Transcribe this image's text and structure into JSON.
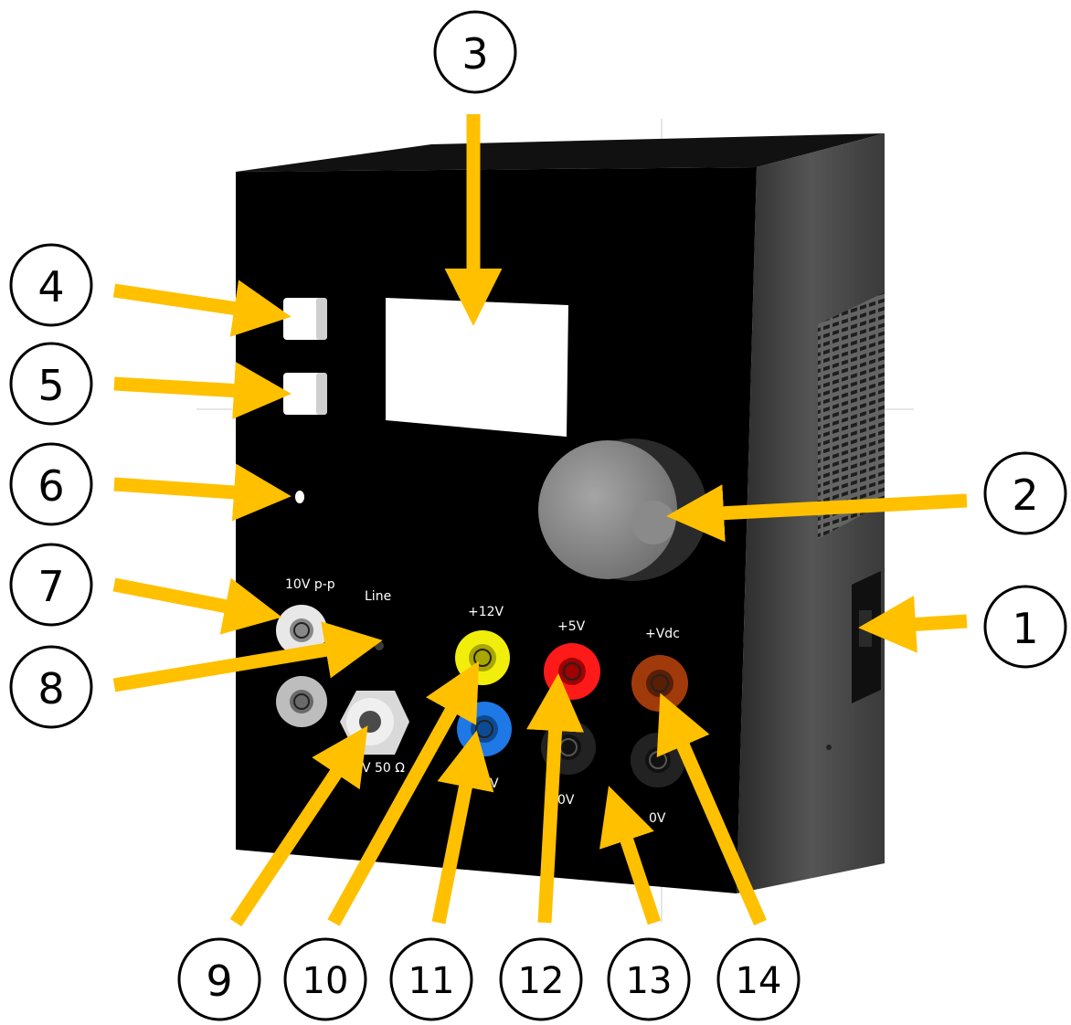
{
  "labels": {
    "ten_v_pp": "10V p-p",
    "line": "Line",
    "plus12v": "+12V",
    "plus5v": "+5V",
    "plusvdc": "+Vdc",
    "bnc": "V 50 Ω",
    "blue_terminal": "V",
    "zero_v_a": "0V",
    "zero_v_b": "0V"
  },
  "callouts": [
    "1",
    "2",
    "3",
    "4",
    "5",
    "6",
    "7",
    "8",
    "9",
    "10",
    "11",
    "12",
    "13",
    "14"
  ],
  "colors": {
    "arrow": "#FFC000",
    "case": "#000000",
    "side_panel": "#5a5a5a",
    "display": "#ffffff",
    "knob": "#8c8c8c",
    "yellow_terminal": "#f2ee0c",
    "red_terminal": "#ff1a1a",
    "blue_terminal": "#1e78e6",
    "brown_terminal": "#a13a0a",
    "black_terminal": "#222222",
    "white_terminal": "#e8e8e8"
  }
}
